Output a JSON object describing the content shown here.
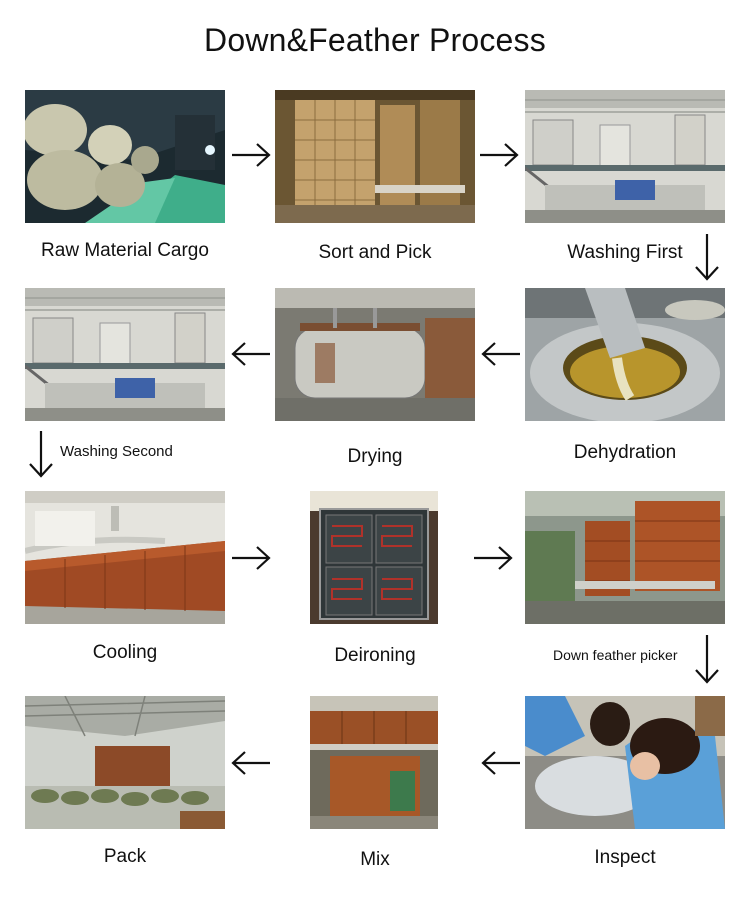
{
  "title": "Down&Feather Process",
  "steps": [
    {
      "label": "Raw Material Cargo"
    },
    {
      "label": "Sort and Pick"
    },
    {
      "label": "Washing First"
    },
    {
      "label": "Dehydration"
    },
    {
      "label": "Drying"
    },
    {
      "label": "Washing Second"
    },
    {
      "label": "Cooling"
    },
    {
      "label": "Deironing"
    },
    {
      "label": "Down feather picker"
    },
    {
      "label": "Inspect"
    },
    {
      "label": "Mix"
    },
    {
      "label": "Pack"
    }
  ]
}
